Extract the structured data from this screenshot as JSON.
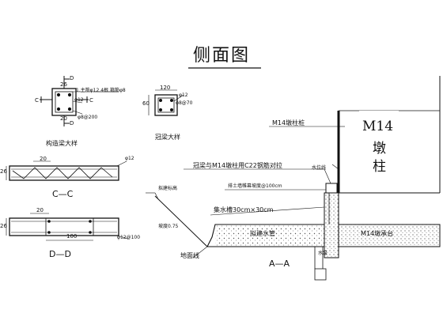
{
  "title": "侧面图",
  "details": {
    "column": {
      "name": "构造梁大样",
      "dim_top": "26",
      "dim_bottom": "20",
      "rebar1": "φ12",
      "rebar2": "φ8@200",
      "cut_c": "C",
      "cut_d": "D",
      "note": "1.主筋φ12 4根 箍筋φ8"
    },
    "crown_beam": {
      "name": "冠梁大样",
      "dim_w": "120",
      "dim_h": "60",
      "rebar1": "φ12",
      "rebar2": "φ8@70"
    }
  },
  "sections": {
    "cc": {
      "label": "C—C",
      "dims": [
        "26",
        "20"
      ],
      "rebar": "φ12"
    },
    "dd": {
      "label": "D—D",
      "dims": [
        "20",
        "26",
        "100"
      ],
      "rebar": "φ12@100"
    }
  },
  "main": {
    "pier_label_1": "M14",
    "pier_label_2": "墩柱",
    "ann_column": "M14墩柱桩",
    "ann_beam": "冠梁与M14墩柱用C22钢筋对拉",
    "ann_drain": "排土墙帷幕坡度@100cm",
    "ann_sump": "集水槽30cm×30cm",
    "ann_slope": "坡度0.75",
    "ann_pipe": "拟建水管",
    "ann_pier_ground": "M14墩承台",
    "ann_sump_pit": "水泵",
    "ann_water_level": "水位线",
    "ann_ground": "地面线",
    "ann_left_top": "拟建标高",
    "section_aa": "A—A"
  },
  "colors": {
    "ink": "#111111",
    "hatch": "#6f6f6f"
  }
}
